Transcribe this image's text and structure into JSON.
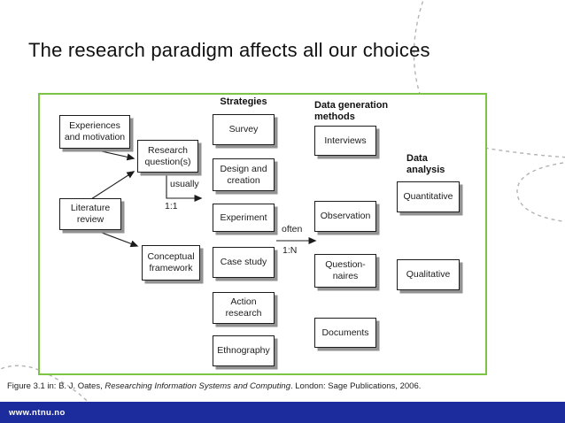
{
  "slide": {
    "title": "The research paradigm affects all our choices",
    "caption": {
      "prefix": "Figure 3.1 in: B. J. Oates, ",
      "italic": "Researching Information Systems and Computing",
      "suffix": ". London: Sage Publications, 2006."
    },
    "footer": {
      "url": "www.ntnu.no",
      "bar_color": "#1c2c9c"
    }
  },
  "diagram": {
    "frame_color": "#7dc344",
    "column_headers": [
      {
        "id": "strategies",
        "label": "Strategies"
      },
      {
        "id": "data-generation-methods",
        "label": "Data generation methods"
      },
      {
        "id": "data-analysis",
        "label": "Data analysis"
      }
    ],
    "boxes": [
      {
        "id": "experiences-and-motivation",
        "label": "Experiences and motivation"
      },
      {
        "id": "research-questions",
        "label": "Research question(s)"
      },
      {
        "id": "literature-review",
        "label": "Literature review"
      },
      {
        "id": "conceptual-framework",
        "label": "Conceptual framework"
      },
      {
        "id": "survey",
        "label": "Survey"
      },
      {
        "id": "design-and-creation",
        "label": "Design and creation"
      },
      {
        "id": "experiment",
        "label": "Experiment"
      },
      {
        "id": "case-study",
        "label": "Case study"
      },
      {
        "id": "action-research",
        "label": "Action research"
      },
      {
        "id": "ethnography",
        "label": "Ethnography"
      },
      {
        "id": "interviews",
        "label": "Interviews"
      },
      {
        "id": "observation",
        "label": "Observation"
      },
      {
        "id": "questionnaires",
        "label": "Question-naires"
      },
      {
        "id": "documents",
        "label": "Documents"
      },
      {
        "id": "quantitative",
        "label": "Quantitative"
      },
      {
        "id": "qualitative",
        "label": "Qualitative"
      }
    ],
    "edge_labels": {
      "usually": "usually",
      "one_to_one": "1:1",
      "often": "often",
      "one_to_many": "1:N"
    }
  }
}
